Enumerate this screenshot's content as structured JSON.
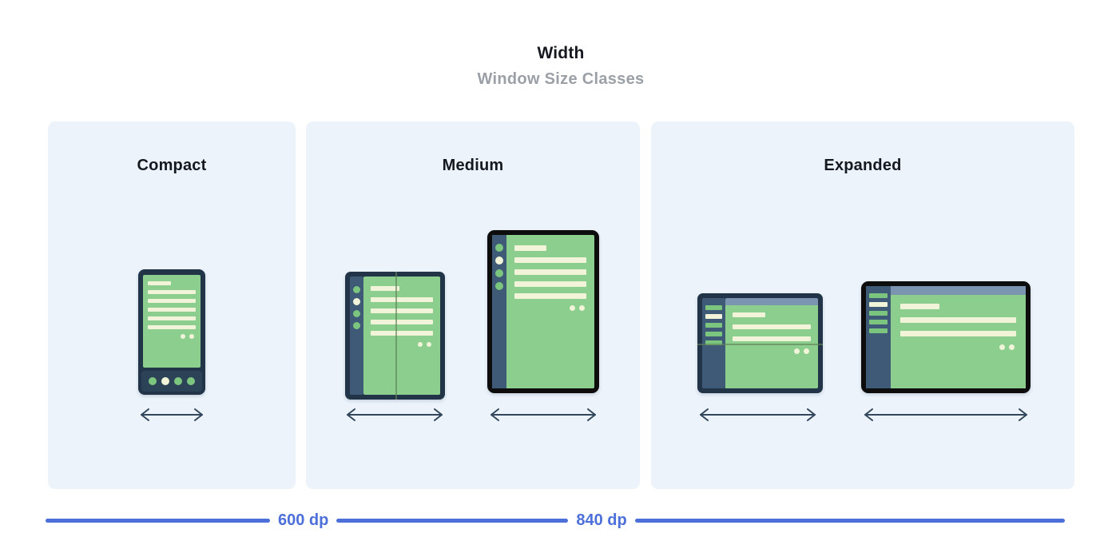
{
  "header": {
    "title": "Width",
    "subtitle": "Window Size Classes"
  },
  "panels": [
    {
      "label": "Compact",
      "devices": [
        "phone"
      ]
    },
    {
      "label": "Medium",
      "devices": [
        "foldable-open",
        "tablet-portrait"
      ]
    },
    {
      "label": "Expanded",
      "devices": [
        "foldable-landscape",
        "tablet-landscape"
      ]
    }
  ],
  "ruler": {
    "labels": [
      "600 dp",
      "840 dp"
    ]
  },
  "icons": {
    "width_arrow": "horizontal double-headed arrow indicating window width"
  },
  "colors": {
    "accent_blue": "#4c6fd9",
    "panel_bg": "#ecf3fb",
    "frame_navy": "#223448",
    "rail_navy": "#3e5a76",
    "screen_green": "#8cce8d",
    "line_cream": "#f1f4d8",
    "header_strip": "#7b94af",
    "arrow": "#33475c",
    "fold": "#5f8358",
    "black_frame": "#0d0d0d",
    "title_dark": "#15191f",
    "subtitle_gray": "#9aa0a6",
    "navbar_navy": "#2c4257",
    "circle_green": "#7cc57f"
  }
}
